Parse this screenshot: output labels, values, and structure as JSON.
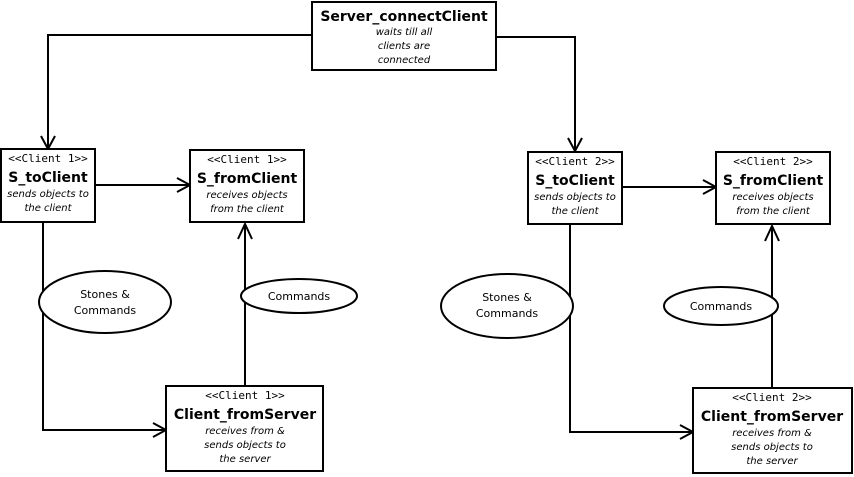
{
  "server": {
    "title": "Server_connectClient",
    "desc_lines": [
      "waits till all",
      "clients are",
      "connected"
    ]
  },
  "client1": {
    "stereotype": "<<Client 1>>",
    "s_to_client": {
      "title": "S_toClient",
      "desc_lines": [
        "sends objects to",
        "the client"
      ]
    },
    "s_from_client": {
      "title": "S_fromClient",
      "desc_lines": [
        "receives objects",
        "from the client"
      ]
    },
    "client_from_server": {
      "title": "Client_fromServer",
      "desc_lines": [
        "receives from &",
        "sends objects to",
        "the server"
      ]
    },
    "label_down": [
      "Stones &",
      "Commands"
    ],
    "label_up": [
      "Commands"
    ]
  },
  "client2": {
    "stereotype": "<<Client 2>>",
    "s_to_client": {
      "title": "S_toClient",
      "desc_lines": [
        "sends objects to",
        "the client"
      ]
    },
    "s_from_client": {
      "title": "S_fromClient",
      "desc_lines": [
        "receives objects",
        "from the client"
      ]
    },
    "client_from_server": {
      "title": "Client_fromServer",
      "desc_lines": [
        "receives from &",
        "sends objects to",
        "the server"
      ]
    },
    "label_down": [
      "Stones &",
      "Commands"
    ],
    "label_up": [
      "Commands"
    ]
  }
}
